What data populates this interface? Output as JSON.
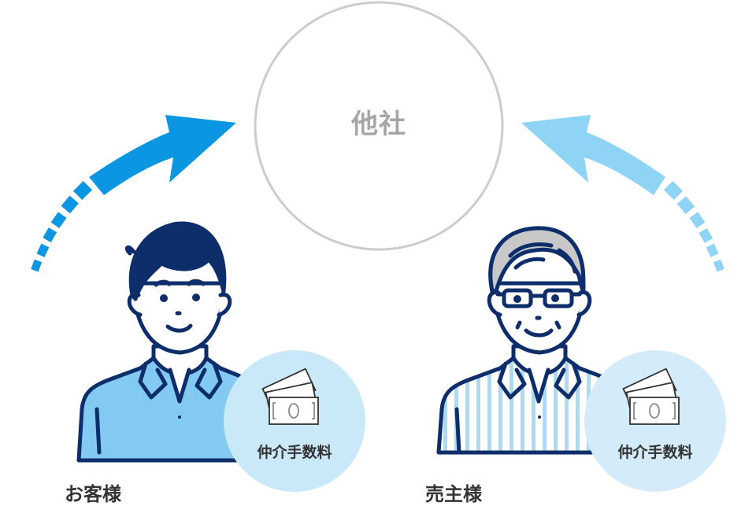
{
  "center": {
    "label": "他社",
    "circle_stroke": "#cccccc"
  },
  "arrows": {
    "left": {
      "direction": "up-right",
      "color": "#0a96e0",
      "style": "dashed-tail"
    },
    "right": {
      "direction": "up-left",
      "color": "#8fd4f5",
      "style": "dashed-tail"
    }
  },
  "people": [
    {
      "label": "お客様",
      "description": "young man, dark navy hair, solid light-blue shirt",
      "shirt_color": "#82caf1",
      "fee_badge": {
        "label": "仲介手数料",
        "icon": "banknotes-icon",
        "bg": "#c9e9f8"
      }
    },
    {
      "label": "売主様",
      "description": "older man, grey hair, glasses, striped shirt",
      "shirt_color": "#a8dcf5",
      "fee_badge": {
        "label": "仲介手数料",
        "icon": "banknotes-icon",
        "bg": "#d4ecf9"
      }
    }
  ],
  "colors": {
    "outline": "#0d2d6b",
    "text": "#333333",
    "center_text": "#a6a6a6"
  }
}
